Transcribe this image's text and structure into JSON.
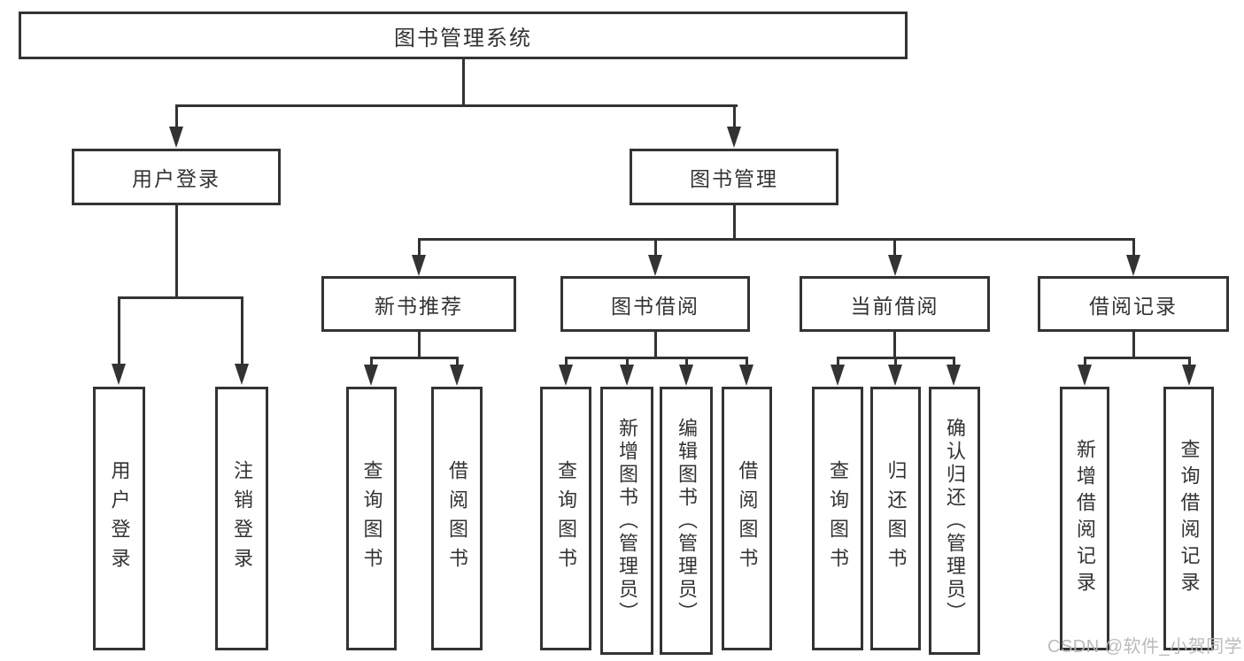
{
  "diagram": {
    "title": "图书管理系统",
    "level2": [
      {
        "label": "用户登录"
      },
      {
        "label": "图书管理"
      }
    ],
    "level3": [
      {
        "label": "新书推荐"
      },
      {
        "label": "图书借阅"
      },
      {
        "label": "当前借阅"
      },
      {
        "label": "借阅记录"
      }
    ],
    "leaves": [
      {
        "label": "用户登录"
      },
      {
        "label": "注销登录"
      },
      {
        "label": "查询图书"
      },
      {
        "label": "借阅图书"
      },
      {
        "label": "查询图书"
      },
      {
        "label": "新增图书（管理员）"
      },
      {
        "label": "编辑图书（管理员）"
      },
      {
        "label": "借阅图书"
      },
      {
        "label": "查询图书"
      },
      {
        "label": "归还图书"
      },
      {
        "label": "确认归还（管理员）"
      },
      {
        "label": "新增借阅记录"
      },
      {
        "label": "查询借阅记录"
      }
    ],
    "watermark": "CSDN @软件_小贺同学",
    "colors": {
      "line": "#333333",
      "text": "#333333",
      "watermark": "#b7b7b7",
      "background": "#ffffff"
    }
  }
}
